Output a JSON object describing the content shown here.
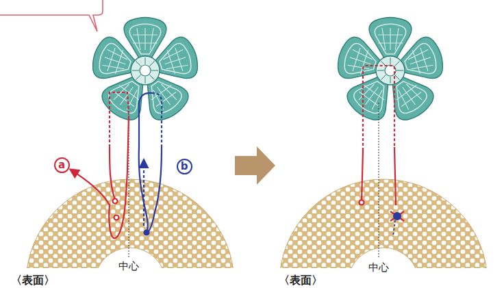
{
  "diagram": {
    "nodes": [
      {
        "text": [
          "a"
        ]
      },
      {
        "text": [
          "b"
        ]
      }
    ],
    "labels": [
      "中心",
      "〈表面〉",
      "中心",
      "〈表面〉"
    ]
  }
}
